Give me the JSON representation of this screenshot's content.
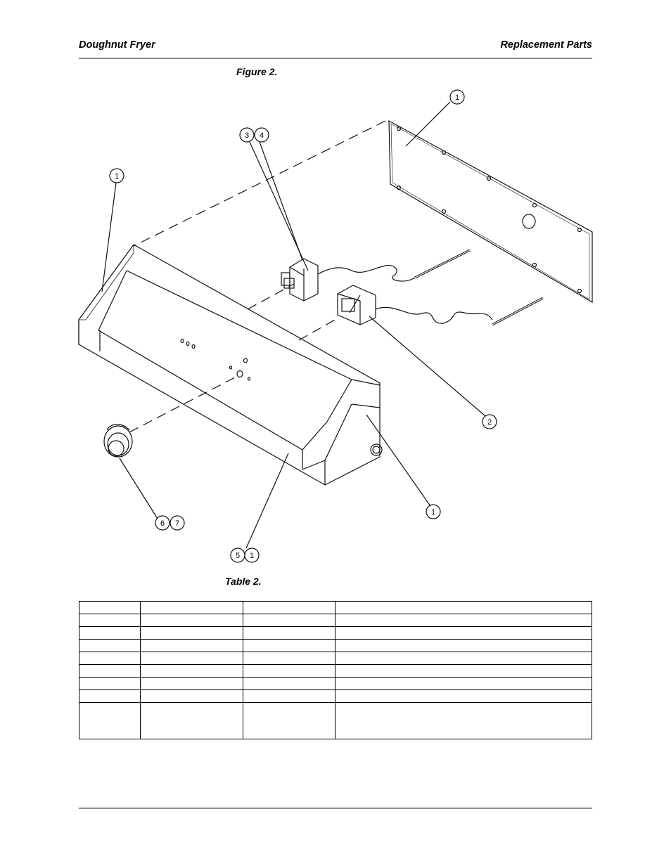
{
  "header": {
    "left": "Doughnut Fryer",
    "right": "Replacement Parts"
  },
  "figure_caption": "Figure 2.",
  "table_caption": "Table 2.",
  "callouts": {
    "top_right": "1",
    "top_left": "1",
    "c3": "3",
    "c4": "4",
    "c2": "2",
    "right_lower": "1",
    "c6": "6",
    "c7": "7",
    "c5": "5",
    "c5b": "1"
  },
  "table": {
    "rows": [
      [
        "",
        "",
        "",
        ""
      ],
      [
        "",
        "",
        "",
        ""
      ],
      [
        "",
        "",
        "",
        ""
      ],
      [
        "",
        "",
        "",
        ""
      ],
      [
        "",
        "",
        "",
        ""
      ],
      [
        "",
        "",
        "",
        ""
      ],
      [
        "",
        "",
        "",
        ""
      ],
      [
        "",
        "",
        "",
        ""
      ],
      [
        "",
        "",
        "",
        ""
      ]
    ]
  }
}
